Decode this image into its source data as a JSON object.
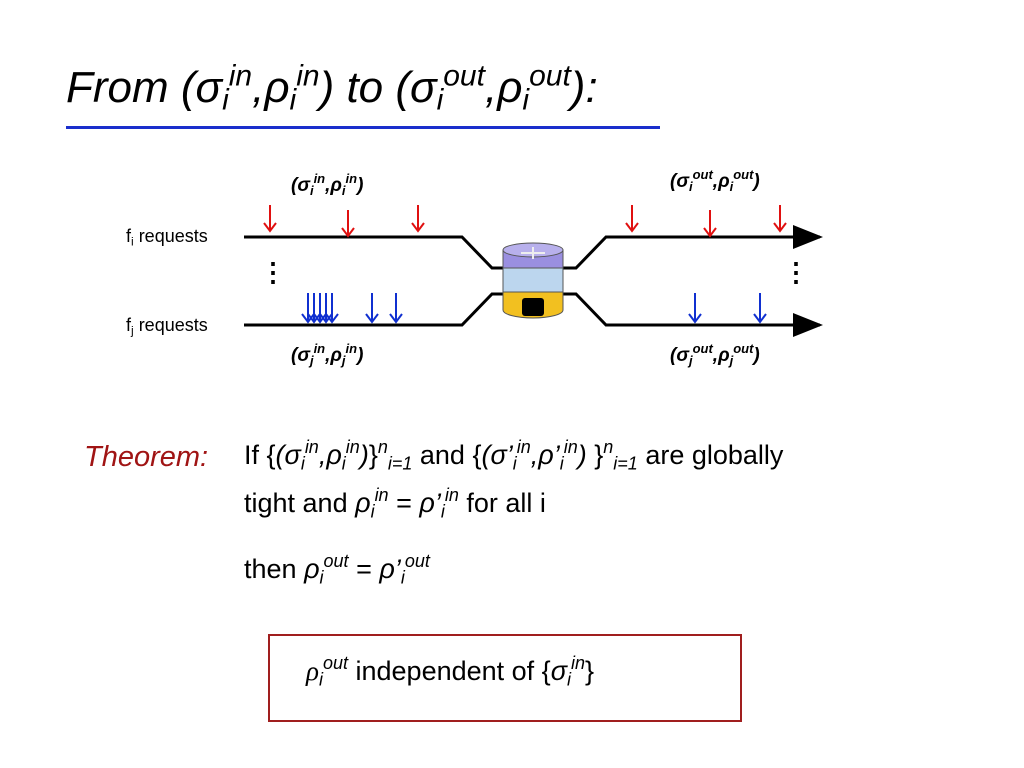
{
  "title": {
    "prefix": "From (",
    "sigma": "σ",
    "rho": "ρ",
    "sub_i": "i",
    "sup_in": "in",
    "sup_out": "out",
    "comma": ",",
    "mid": ") to (",
    "suffix": "):"
  },
  "diagram": {
    "label_fi_prefix": "f",
    "label_fi_sub": "i",
    "label_fj_prefix": "f",
    "label_fj_sub": "j",
    "label_requests": " requests",
    "top_in": {
      "open": "(",
      "sigma": "σ",
      "sub": "i",
      "sup": "in",
      "comma": ",",
      "rho": "ρ",
      "close": ")"
    },
    "top_out": {
      "open": "(",
      "sigma": "σ",
      "sub": "i",
      "sup": "out",
      "comma": ",",
      "rho": "ρ",
      "close": ")"
    },
    "bottom_in": {
      "open": "(",
      "sigma": "σ",
      "sub": "j",
      "sup": "in",
      "comma": ",",
      "rho": "ρ",
      "close": ")"
    },
    "bottom_out": {
      "open": "(",
      "sigma": "σ",
      "sub": "j",
      "sup": "out",
      "comma": ",",
      "rho": "ρ",
      "close": ")"
    },
    "dots": "⋮",
    "colors": {
      "fi_arrow": "#e01010",
      "fj_arrow": "#1030d0",
      "line": "#000000",
      "cylinder_top": "#9a8fe0",
      "cylinder_mid": "#bcd6ee",
      "cylinder_bottom": "#f2c020"
    },
    "icons": [
      "database-cylinder-icon"
    ]
  },
  "theorem": {
    "label": "Theorem:",
    "l1_if": "If {",
    "l1_set1_open": "(σ",
    "l1_sub_i": "i",
    "l1_sup_in": "in",
    "l1_comma_rho": ",ρ",
    "l1_close": ")",
    "l1_brace": "}",
    "l1_sup_n": "n",
    "l1_sub_range": "i=1",
    "l1_and": " and {",
    "l1_set2_open": "(σ’",
    "l1_comma_rho2": ",ρ’",
    "l1_close2": ") ",
    "l1_brace2": "}",
    "l1_tail": " are globally",
    "l2_tight": "tight and ",
    "rho": "ρ",
    "rho_prime": "ρ’",
    "eq": " = ",
    "l2_forall": " for all i",
    "l3_then": "then ",
    "sup_out": "out",
    "sub_i": "i",
    "sup_in": "in"
  },
  "result": {
    "rho": "ρ",
    "sub_i": "i",
    "sup_out": "out",
    "text": " independent of {",
    "sigma": "σ",
    "sup_in": "in",
    "close": "}"
  }
}
